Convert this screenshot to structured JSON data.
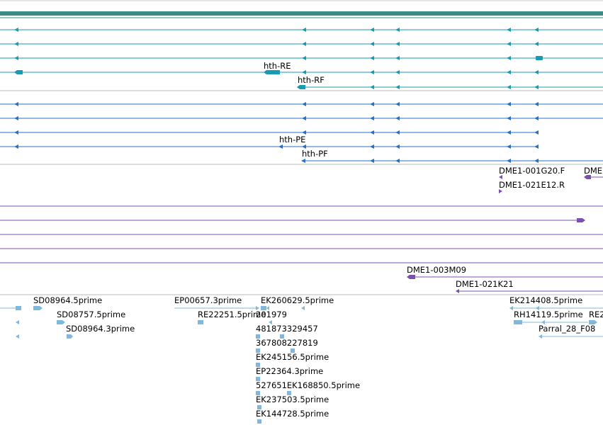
{
  "viewer": {
    "colors": {
      "gene_transcript": "#1a9ab0",
      "gene_protein": "#2a6fc2",
      "clone_end": "#7a4fb0",
      "est": "#7fb8da",
      "divider": "#bbbbbb",
      "top_band": "#3a8a86"
    },
    "tracks": {
      "transcripts": {
        "labels": {
          "re": "hth-RE",
          "rf": "hth-RF"
        }
      },
      "proteins": {
        "labels": {
          "pe": "hth-PE",
          "pf": "hth-PF"
        }
      },
      "clones": {
        "labels": {
          "c1": "DME1-001G20.F",
          "c1b": "DME",
          "c2": "DME1-021E12.R",
          "c3": "DME1-003M09",
          "c4": "DME1-021K21"
        }
      },
      "ests": {
        "labels": {
          "e1": "SD08964.5prime",
          "e2": "SD08757.5prime",
          "e3": "SD08964.3prime",
          "e4": "EP00657.3prime",
          "e5": "RE22251.5prime",
          "e6": "201979",
          "e7": "EK260629.5prime",
          "e8": "481873329457",
          "e9": "367808227819",
          "e10": "EK245156.5prime",
          "e11": "EP22364.3prime",
          "e12": "527651EK168850.5prime",
          "e13": "EK237503.5prime",
          "e14": "EK144728.5prime",
          "e15": "EK214408.5prime",
          "e16": "RH14119.5prime",
          "e17": "RE2",
          "e18": "Parral_28_F08"
        }
      }
    }
  }
}
